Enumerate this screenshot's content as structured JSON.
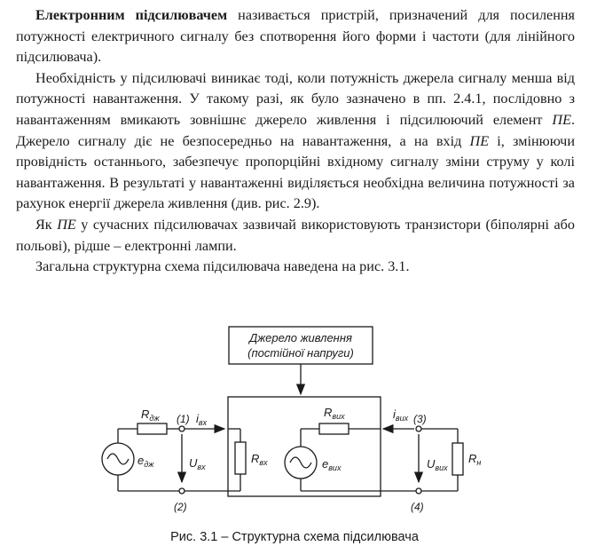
{
  "paragraphs": {
    "p1": {
      "term": "Електронним підсилювачем",
      "rest": " називається пристрій, призначений для посилення потужності електричного сигналу без спотворення його форми і частоти (для лінійного підсилювача)."
    },
    "p2": {
      "part1": "Необхідність у підсилювачі виникає тоді, коли потужність джерела сигналу менша від потужності навантаження. У такому разі, як було зазначено в пп. 2.4.1, послідовно з навантаженням вмикають зовнішнє джерело живлення і підсилюючий елемент ",
      "pe1": "ПЕ",
      "part2": ". Джерело сигналу діє не безпосередньо на навантаження, а на вхід ",
      "pe2": "ПЕ",
      "part3": " і, змінюючи провідність останнього, забезпечує пропорційні вхідному сигналу зміни струму у колі навантаження. В результаті у навантаженні виділяється необхідна величина потужності за рахунок енергії джерела живлення (див. рис. 2.9)."
    },
    "p3": {
      "part1": "Як ",
      "pe": "ПЕ",
      "part2": " у сучасних підсилювачах зазвичай використовують транзистори (біполярні або польові), рідше – електронні лампи."
    },
    "p4": "Загальна структурна схема підсилювача наведена на рис. 3.1."
  },
  "figure": {
    "power_source_line1": "Джерело живлення",
    "power_source_line2": "(постійної напруги)",
    "r_source": "R",
    "r_source_sub": "дж",
    "e_source": "e",
    "e_source_sub": "дж",
    "node1": "(1)",
    "i_in": "i",
    "i_in_sub": "вх",
    "u_in": "U",
    "u_in_sub": "вх",
    "r_in": "R",
    "r_in_sub": "вх",
    "node2": "(2)",
    "r_out": "R",
    "r_out_sub": "вих",
    "e_out": "e",
    "e_out_sub": "вих",
    "i_out": "i",
    "i_out_sub": "вих",
    "node3": "(3)",
    "u_out": "U",
    "u_out_sub": "вих",
    "r_load": "R",
    "r_load_sub": "н",
    "node4": "(4)",
    "caption": "Рис. 3.1 – Структурна схема підсилювача"
  }
}
